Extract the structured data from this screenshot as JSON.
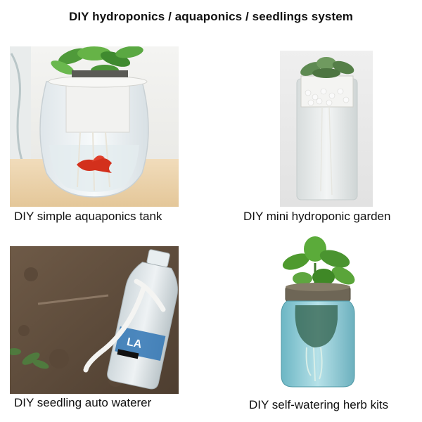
{
  "title": "DIY  hydroponics / aquaponics / seedlings system",
  "panels": [
    {
      "caption": "DIY simple aquaponics tank"
    },
    {
      "caption": "DIY mini hydroponic garden"
    },
    {
      "caption": "DIY seedling auto waterer"
    },
    {
      "caption": "DIY self-watering herb kits"
    }
  ],
  "bottle_label": "LA"
}
